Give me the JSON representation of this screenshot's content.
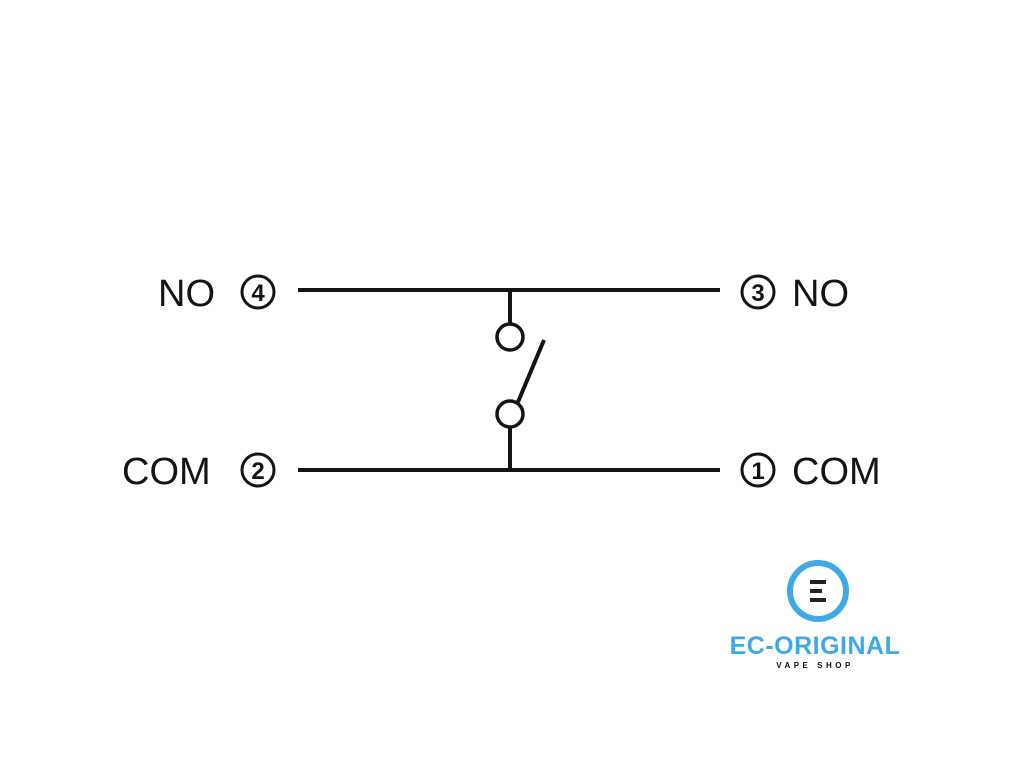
{
  "terminals": {
    "top_left": {
      "label": "NO",
      "number": "4"
    },
    "top_right": {
      "label": "NO",
      "number": "3"
    },
    "bottom_left": {
      "label": "COM",
      "number": "2"
    },
    "bottom_right": {
      "label": "COM",
      "number": "1"
    }
  },
  "switch": {
    "state": "open"
  },
  "logo": {
    "title": "EC-ORIGINAL",
    "subtitle": "VAPE SHOP",
    "accent_color": "#3fa9e6"
  }
}
